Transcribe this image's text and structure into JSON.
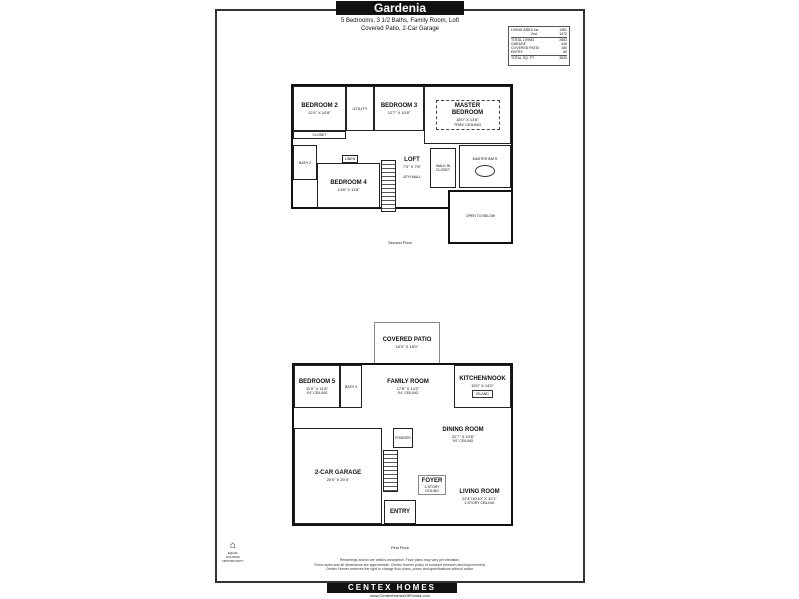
{
  "title": "Gardenia",
  "subtitle_line1": "5 Bedrooms, 3 1/2 Baths, Family Room, Loft",
  "subtitle_line2": "Covered Patio, 2-Car Garage",
  "area_table": [
    {
      "label": "LIVING AREA 1st",
      "value": "1381"
    },
    {
      "label": "2nd",
      "value": "1472"
    },
    {
      "label": "TOTAL LIVING",
      "value": "2853"
    },
    {
      "label": "GARAGE",
      "value": "446"
    },
    {
      "label": "COVERED PATIO",
      "value": "180"
    },
    {
      "label": "ENTRY",
      "value": "60"
    },
    {
      "label": "TOTAL SQ. FT.",
      "value": "3539"
    }
  ],
  "second_floor": {
    "caption": "Second Floor",
    "rooms": {
      "bed2": {
        "name": "BEDROOM 2",
        "dim": "12'4\" X 10'8\""
      },
      "bed3": {
        "name": "BEDROOM 3",
        "dim": "12'7\" X 10'8\""
      },
      "master": {
        "name": "MASTER BEDROOM",
        "dim": "18'0\" X 13'8\"",
        "note": "TRAY CEILING"
      },
      "bed4": {
        "name": "BEDROOM 4",
        "dim": "14'8\" X 11'8\""
      },
      "loft": {
        "name": "LOFT",
        "dim": "7'0\" X 7'6\""
      },
      "utility": {
        "name": "UTILITY"
      },
      "bath2": {
        "name": "BATH 2"
      },
      "mbath": {
        "name": "MASTER BATH"
      },
      "wic": {
        "name": "WALK IN CLOSET"
      },
      "open": {
        "name": "OPEN TO BELOW"
      },
      "closet": {
        "name": "CLOSET"
      },
      "linen": {
        "name": "LINEN"
      },
      "wall": {
        "name": "42\"H WALL"
      }
    }
  },
  "first_floor": {
    "caption": "First Floor",
    "rooms": {
      "patio": {
        "name": "COVERED PATIO",
        "dim": "10'0\" X 18'0\""
      },
      "bed5": {
        "name": "BEDROOM 5",
        "dim": "11'0\" X 11'8\"",
        "note": "9'4\" CEILING"
      },
      "bath3": {
        "name": "BATH 3"
      },
      "family": {
        "name": "FAMILY ROOM",
        "dim": "17'8\" X 14'2\"",
        "note": "9'4\" CEILING"
      },
      "kitchen": {
        "name": "KITCHEN/NOOK",
        "dim": "15'0\" X 14'0\""
      },
      "island": {
        "name": "ISLAND"
      },
      "garage": {
        "name": "2-CAR GARAGE",
        "dim": "20'0\" X 20'4\""
      },
      "dining": {
        "name": "DINING ROOM",
        "dim": "22'7\" X 10'8\"",
        "note": "9'0\" CEILING"
      },
      "living": {
        "name": "LIVING ROOM",
        "dim": "22'4\"/10'10\" X 12'1\"",
        "note": "2-STORY CEILING"
      },
      "foyer": {
        "name": "FOYER",
        "note": "2-STORY CEILING"
      },
      "entry": {
        "name": "ENTRY"
      },
      "powder": {
        "name": "POWDER"
      }
    }
  },
  "disclaimer": [
    "Renderings shown are artist's conception. Floor plans may vary per elevation.",
    "Room sizes and all dimensions are approximate. Centex Homes policy of constant research and improvement,",
    "Centex Homes reserves the right to change floor plans, prices and specifications without notice."
  ],
  "equal_housing": "EQUAL HOUSING OPPORTUNITY",
  "brand": "CENTEX HOMES",
  "url": "www.CentexHomesOfFlorida.com"
}
